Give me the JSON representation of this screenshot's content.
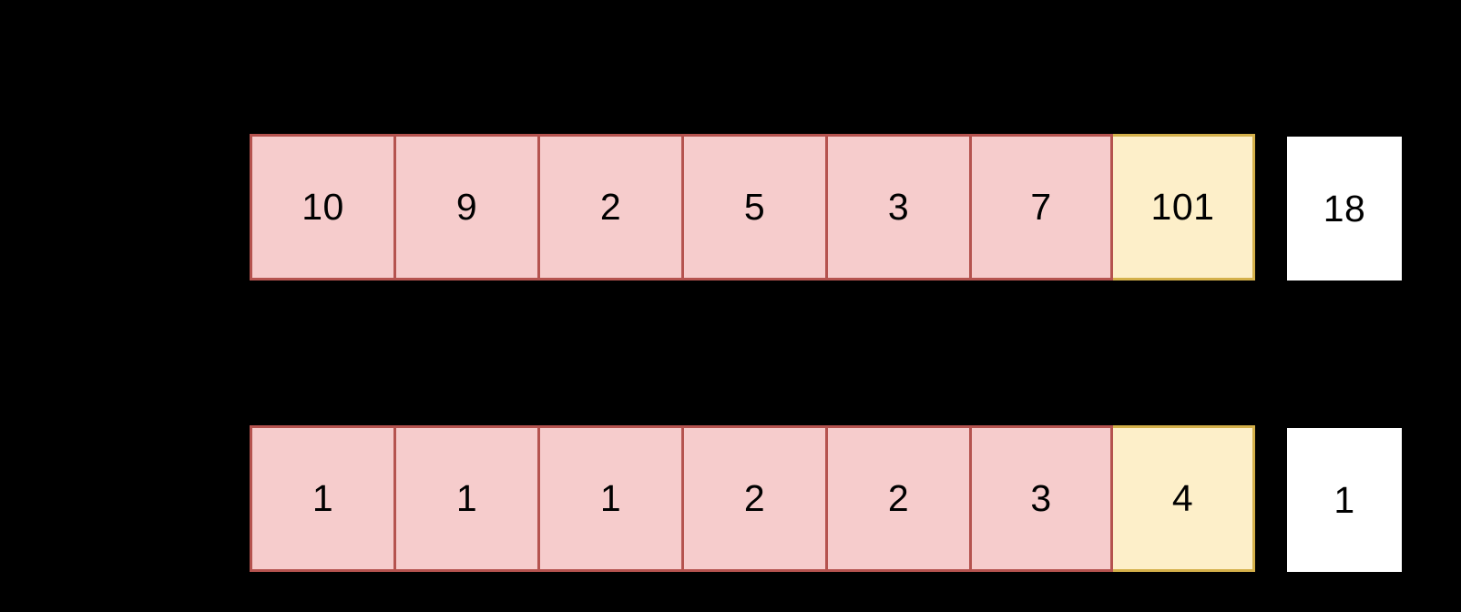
{
  "page": {
    "title": "Array visualization",
    "background_color": "#000000"
  },
  "palette": {
    "cell_fill": "#F6CCCC",
    "cell_border": "#B5534F",
    "highlight_fill": "#FDEFC9",
    "highlight_border": "#D4B04A",
    "detached_fill": "#FFFFFF",
    "text_color": "#000000"
  },
  "rows": [
    {
      "name": "row-1",
      "cells": [
        {
          "value": "10",
          "style": "pink"
        },
        {
          "value": "9",
          "style": "pink"
        },
        {
          "value": "2",
          "style": "pink"
        },
        {
          "value": "5",
          "style": "pink"
        },
        {
          "value": "3",
          "style": "pink"
        },
        {
          "value": "7",
          "style": "pink"
        },
        {
          "value": "101",
          "style": "yellow"
        },
        {
          "value": "18",
          "style": "white"
        }
      ]
    },
    {
      "name": "row-2",
      "cells": [
        {
          "value": "1",
          "style": "pink"
        },
        {
          "value": "1",
          "style": "pink"
        },
        {
          "value": "1",
          "style": "pink"
        },
        {
          "value": "2",
          "style": "pink"
        },
        {
          "value": "2",
          "style": "pink"
        },
        {
          "value": "3",
          "style": "pink"
        },
        {
          "value": "4",
          "style": "yellow"
        },
        {
          "value": "1",
          "style": "white"
        }
      ]
    }
  ]
}
